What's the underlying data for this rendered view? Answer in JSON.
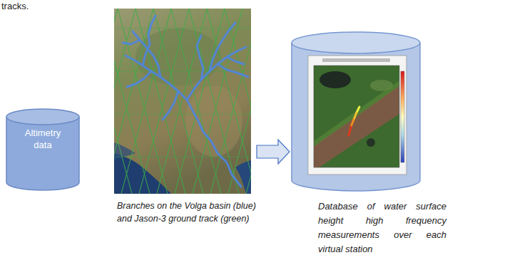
{
  "diagram": {
    "nodes": [
      {
        "text": [
          "Altimetry data"
        ]
      },
      {
        "text": [
          "Branches on the Volga basin (blue) and Jason-3 ground track (green)"
        ]
      },
      {
        "text": [
          "Database of water surface height high frequency measurements over each virtual station"
        ]
      }
    ],
    "edges": [
      {
        "from": 1,
        "to": 2,
        "arrow": "to"
      }
    ],
    "labels": [
      "tracks."
    ]
  }
}
